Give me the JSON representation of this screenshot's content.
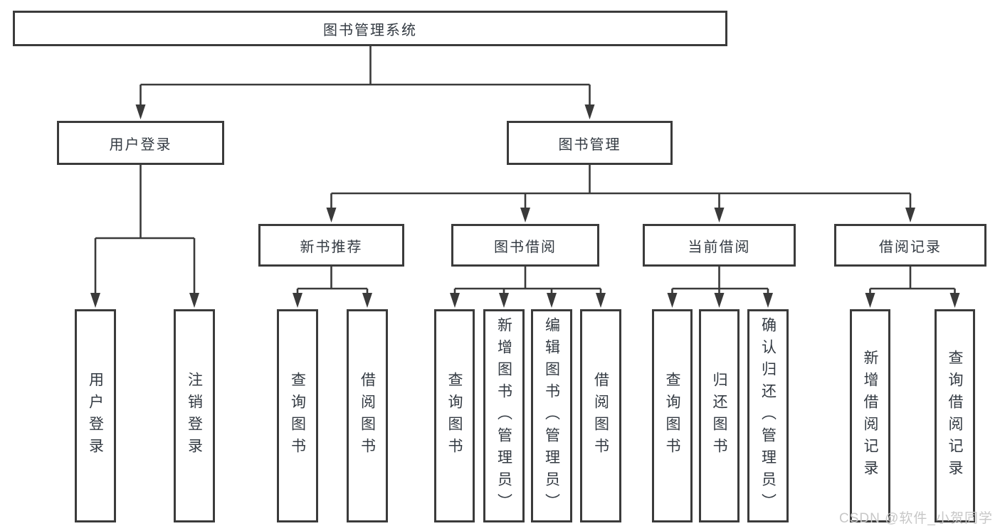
{
  "tree": {
    "label": "图书管理系统",
    "children": [
      {
        "label": "用户登录",
        "children": [
          {
            "label": "用户登录"
          },
          {
            "label": "注销登录"
          }
        ]
      },
      {
        "label": "图书管理",
        "children": [
          {
            "label": "新书推荐",
            "children": [
              {
                "label": "查询图书"
              },
              {
                "label": "借阅图书"
              }
            ]
          },
          {
            "label": "图书借阅",
            "children": [
              {
                "label": "查询图书"
              },
              {
                "label": "新增图书（管理员）"
              },
              {
                "label": "编辑图书（管理员）"
              },
              {
                "label": "借阅图书"
              }
            ]
          },
          {
            "label": "当前借阅",
            "children": [
              {
                "label": "查询图书"
              },
              {
                "label": "归还图书"
              },
              {
                "label": "确认归还（管理员）"
              }
            ]
          },
          {
            "label": "借阅记录",
            "children": [
              {
                "label": "新增借阅记录"
              },
              {
                "label": "查询借阅记录"
              }
            ]
          }
        ]
      }
    ]
  },
  "watermark": {
    "text": "CSDN @软件_小贺同学"
  },
  "colors": {
    "line": "#3a3a3a",
    "box_border": "#3b3b3b",
    "text": "#333a42",
    "watermark": "#c7c7c7",
    "background": "#ffffff"
  }
}
